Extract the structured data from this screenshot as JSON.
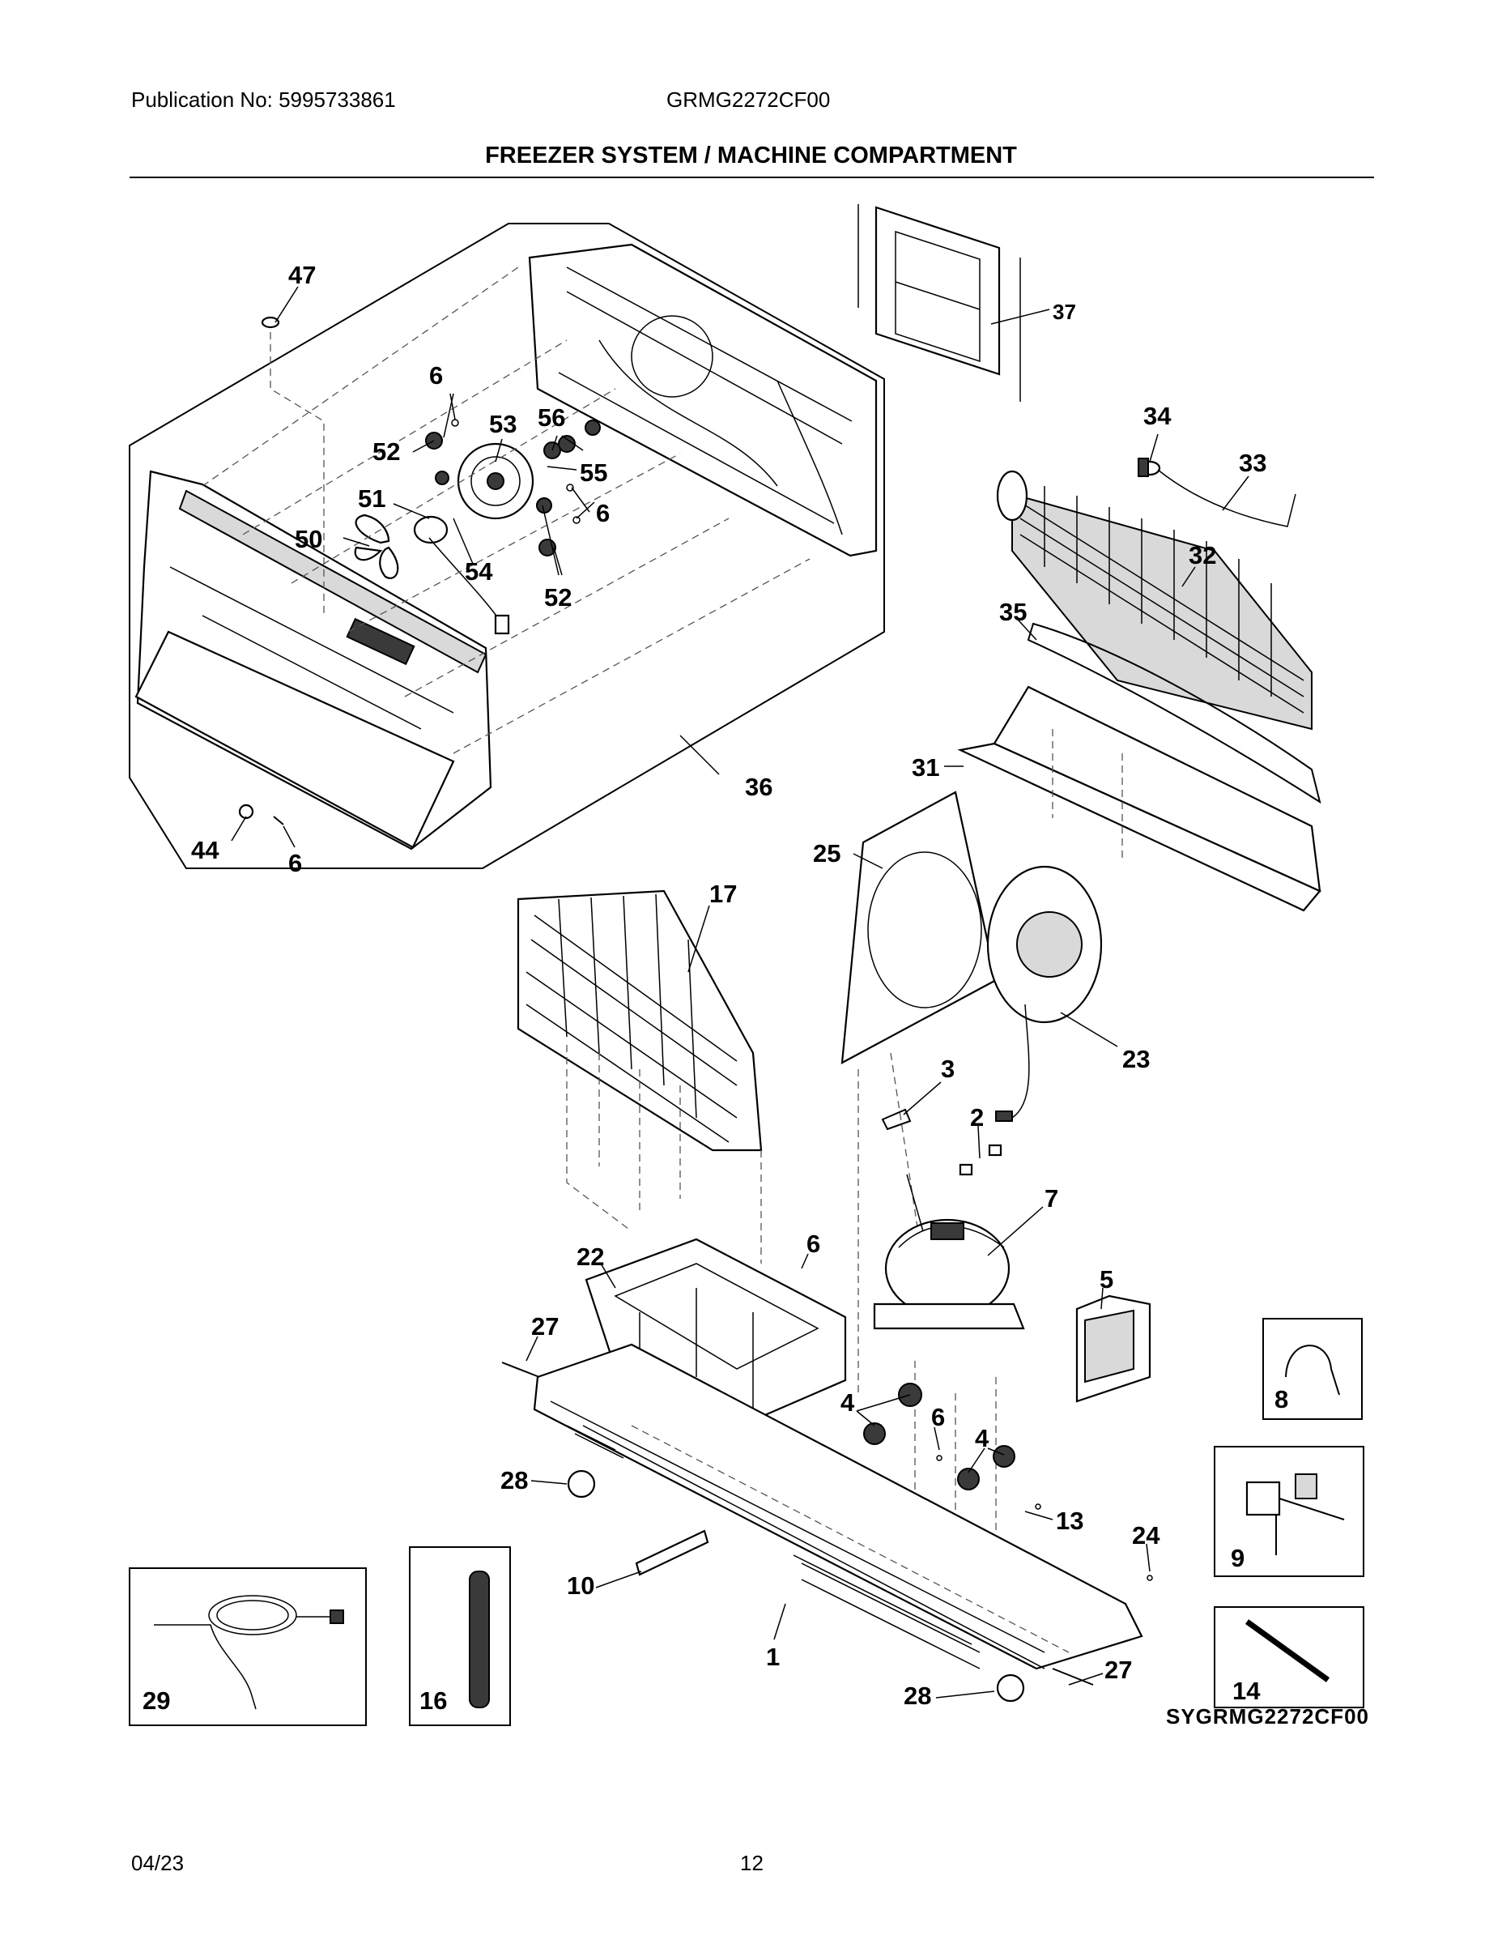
{
  "header": {
    "publication": "Publication No: 5995733861",
    "model": "GRMG2272CF00",
    "section_title": "FREEZER SYSTEM / MACHINE COMPARTMENT"
  },
  "diagram": {
    "callouts": [
      "47",
      "6",
      "53",
      "56",
      "52",
      "55",
      "51",
      "6",
      "50",
      "54",
      "52",
      "36",
      "44",
      "6",
      "37",
      "34",
      "33",
      "32",
      "35",
      "31",
      "25",
      "17",
      "23",
      "3",
      "2",
      "7",
      "6",
      "22",
      "5",
      "27",
      "4",
      "6",
      "4",
      "8",
      "28",
      "13",
      "24",
      "9",
      "10",
      "1",
      "27",
      "14",
      "28",
      "29",
      "16"
    ],
    "inset_labels": {
      "wire_harness": "29",
      "insulation_tube": "16",
      "hose": "8",
      "water_valve": "9",
      "tube_part": "14"
    },
    "diagram_code": "SYGRMG2272CF00"
  },
  "footer": {
    "date": "04/23",
    "page": "12"
  }
}
